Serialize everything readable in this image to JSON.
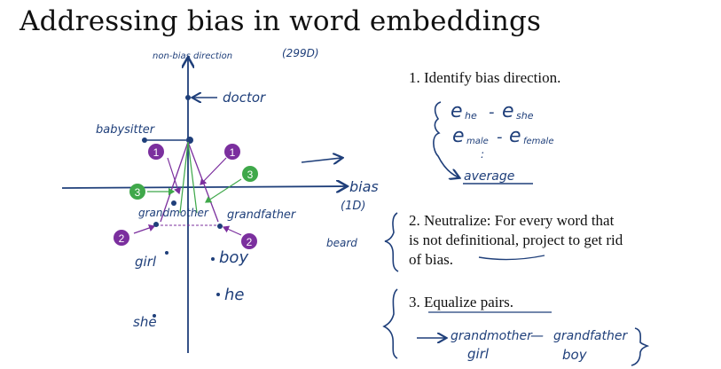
{
  "title": "Addressing bias in word embeddings",
  "steps": {
    "s1": "1. Identify bias direction.",
    "s2a": "2. Neutralize: For every word that",
    "s2b": "is not definitional, project to get rid",
    "s2c": "of bias.",
    "s3": "3. Equalize pairs."
  },
  "notes": {
    "e_he": "e",
    "he_sub": "he",
    "minus": "-",
    "e_she": "e",
    "she_sub": "she",
    "e_male": "e",
    "male_sub": "male",
    "e_female": "e",
    "female_sub": "female",
    "dots": ":",
    "average": "average",
    "beard": "beard",
    "gm_pair_top": "grandmother",
    "gm_pair_bot": "girl",
    "gf_pair_top": "grandfather",
    "gf_pair_bot": "boy",
    "dash": "—"
  },
  "axis": {
    "y_label": "non-bias direction",
    "y_dim": "(299D)",
    "x_label": "bias",
    "x_dim": "(1D)"
  },
  "words": {
    "doctor": "doctor",
    "babysitter": "babysitter",
    "grandmother": "grandmother",
    "grandfather": "grandfather",
    "girl": "girl",
    "boy": "boy",
    "he": "he",
    "she": "she"
  },
  "badges": {
    "one": "1",
    "two": "2",
    "three": "3"
  },
  "colors": {
    "ink": "#1f3f7a",
    "purple": "#7b2f9e",
    "green": "#3fa84a",
    "text": "#111111"
  }
}
